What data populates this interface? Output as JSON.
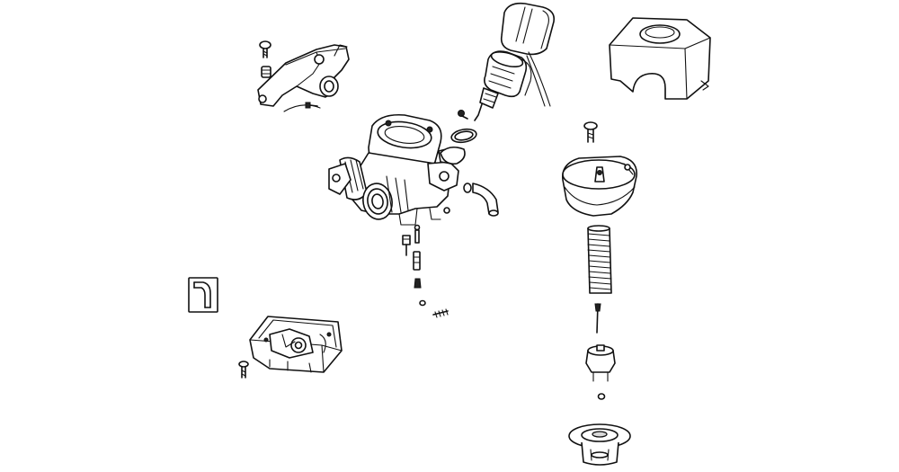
{
  "diagram": {
    "kind": "exploded-parts-view",
    "line_color": "#111111",
    "background": "#ffffff",
    "parts": [
      "throttle-cable-bracket",
      "bracket-screw",
      "bracket-spring",
      "auto-choke-cover",
      "auto-choke-starter",
      "choke-o-ring",
      "choke-screw",
      "top-cover",
      "carburetor-body",
      "vent-hose",
      "idle-screw",
      "jet-needle-valve",
      "main-jet",
      "pilot-jet",
      "mixture-spring",
      "float-bowl",
      "bowl-screw",
      "vent-tube-inset",
      "diaphragm-cover",
      "diaphragm-cover-screw",
      "slide-spring",
      "jet-needle",
      "needle-holder",
      "e-clip",
      "vacuum-slide"
    ]
  }
}
